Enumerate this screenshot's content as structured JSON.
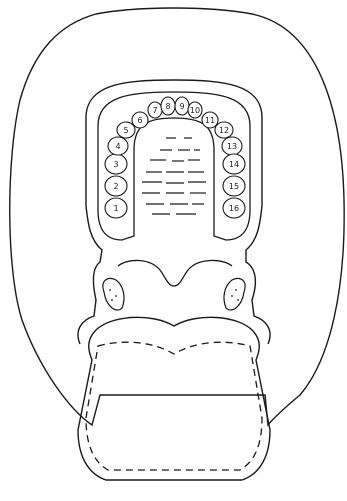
{
  "colors": {
    "stroke": "#1a1a1a",
    "background": "#ffffff"
  },
  "teeth": [
    {
      "label": "1"
    },
    {
      "label": "2"
    },
    {
      "label": "3"
    },
    {
      "label": "4"
    },
    {
      "label": "5"
    },
    {
      "label": "6"
    },
    {
      "label": "7"
    },
    {
      "label": "8"
    },
    {
      "label": "9"
    },
    {
      "label": "10"
    },
    {
      "label": "11"
    },
    {
      "label": "12"
    },
    {
      "label": "13"
    },
    {
      "label": "14"
    },
    {
      "label": "15"
    },
    {
      "label": "16"
    }
  ]
}
